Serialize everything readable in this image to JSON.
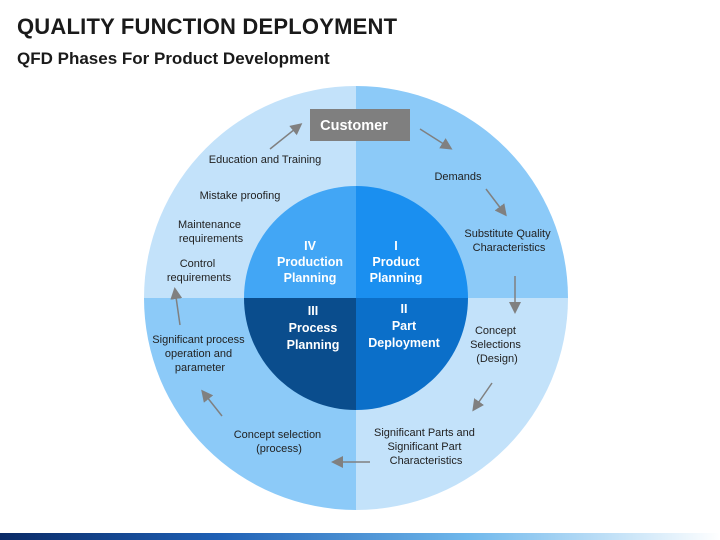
{
  "title": "QUALITY FUNCTION DEPLOYMENT",
  "subtitle": "QFD Phases For Product Development",
  "colors": {
    "outer_light": "#c3e2fa",
    "outer_medium": "#8ccaf8",
    "inner_iv": "#42a6f5",
    "inner_i": "#1a8ff0",
    "inner_ii": "#0b6fc9",
    "inner_iii": "#0a4d8d",
    "customer_box": "#7f7f7f",
    "arrow": "#808080"
  },
  "center_phases": {
    "iv": {
      "num": "IV",
      "line1": "Production",
      "line2": "Planning"
    },
    "i": {
      "num": "I",
      "line1": "Product",
      "line2": "Planning"
    },
    "iii": {
      "num": "III",
      "line1": "Process",
      "line2": "Planning"
    },
    "ii": {
      "num": "II",
      "line1": "Part",
      "line2": "Deployment"
    }
  },
  "customer": "Customer",
  "cycle_labels": {
    "demands": [
      "Demands"
    ],
    "substitute_quality": [
      "Substitute Quality",
      "Characteristics"
    ],
    "concept_selections": [
      "Concept",
      "Selections",
      "(Design)"
    ],
    "significant_parts": [
      "Significant Parts and",
      "Significant Part",
      "Characteristics"
    ],
    "concept_selection_process": [
      "Concept selection",
      "(process)"
    ],
    "significant_process": [
      "Significant process",
      "operation and",
      "parameter"
    ],
    "control_requirements": [
      "Control",
      "requirements"
    ],
    "maintenance_requirements": [
      "Maintenance",
      "requirements"
    ],
    "mistake_proofing": [
      "Mistake proofing"
    ],
    "education_training": [
      "Education and Training"
    ]
  }
}
